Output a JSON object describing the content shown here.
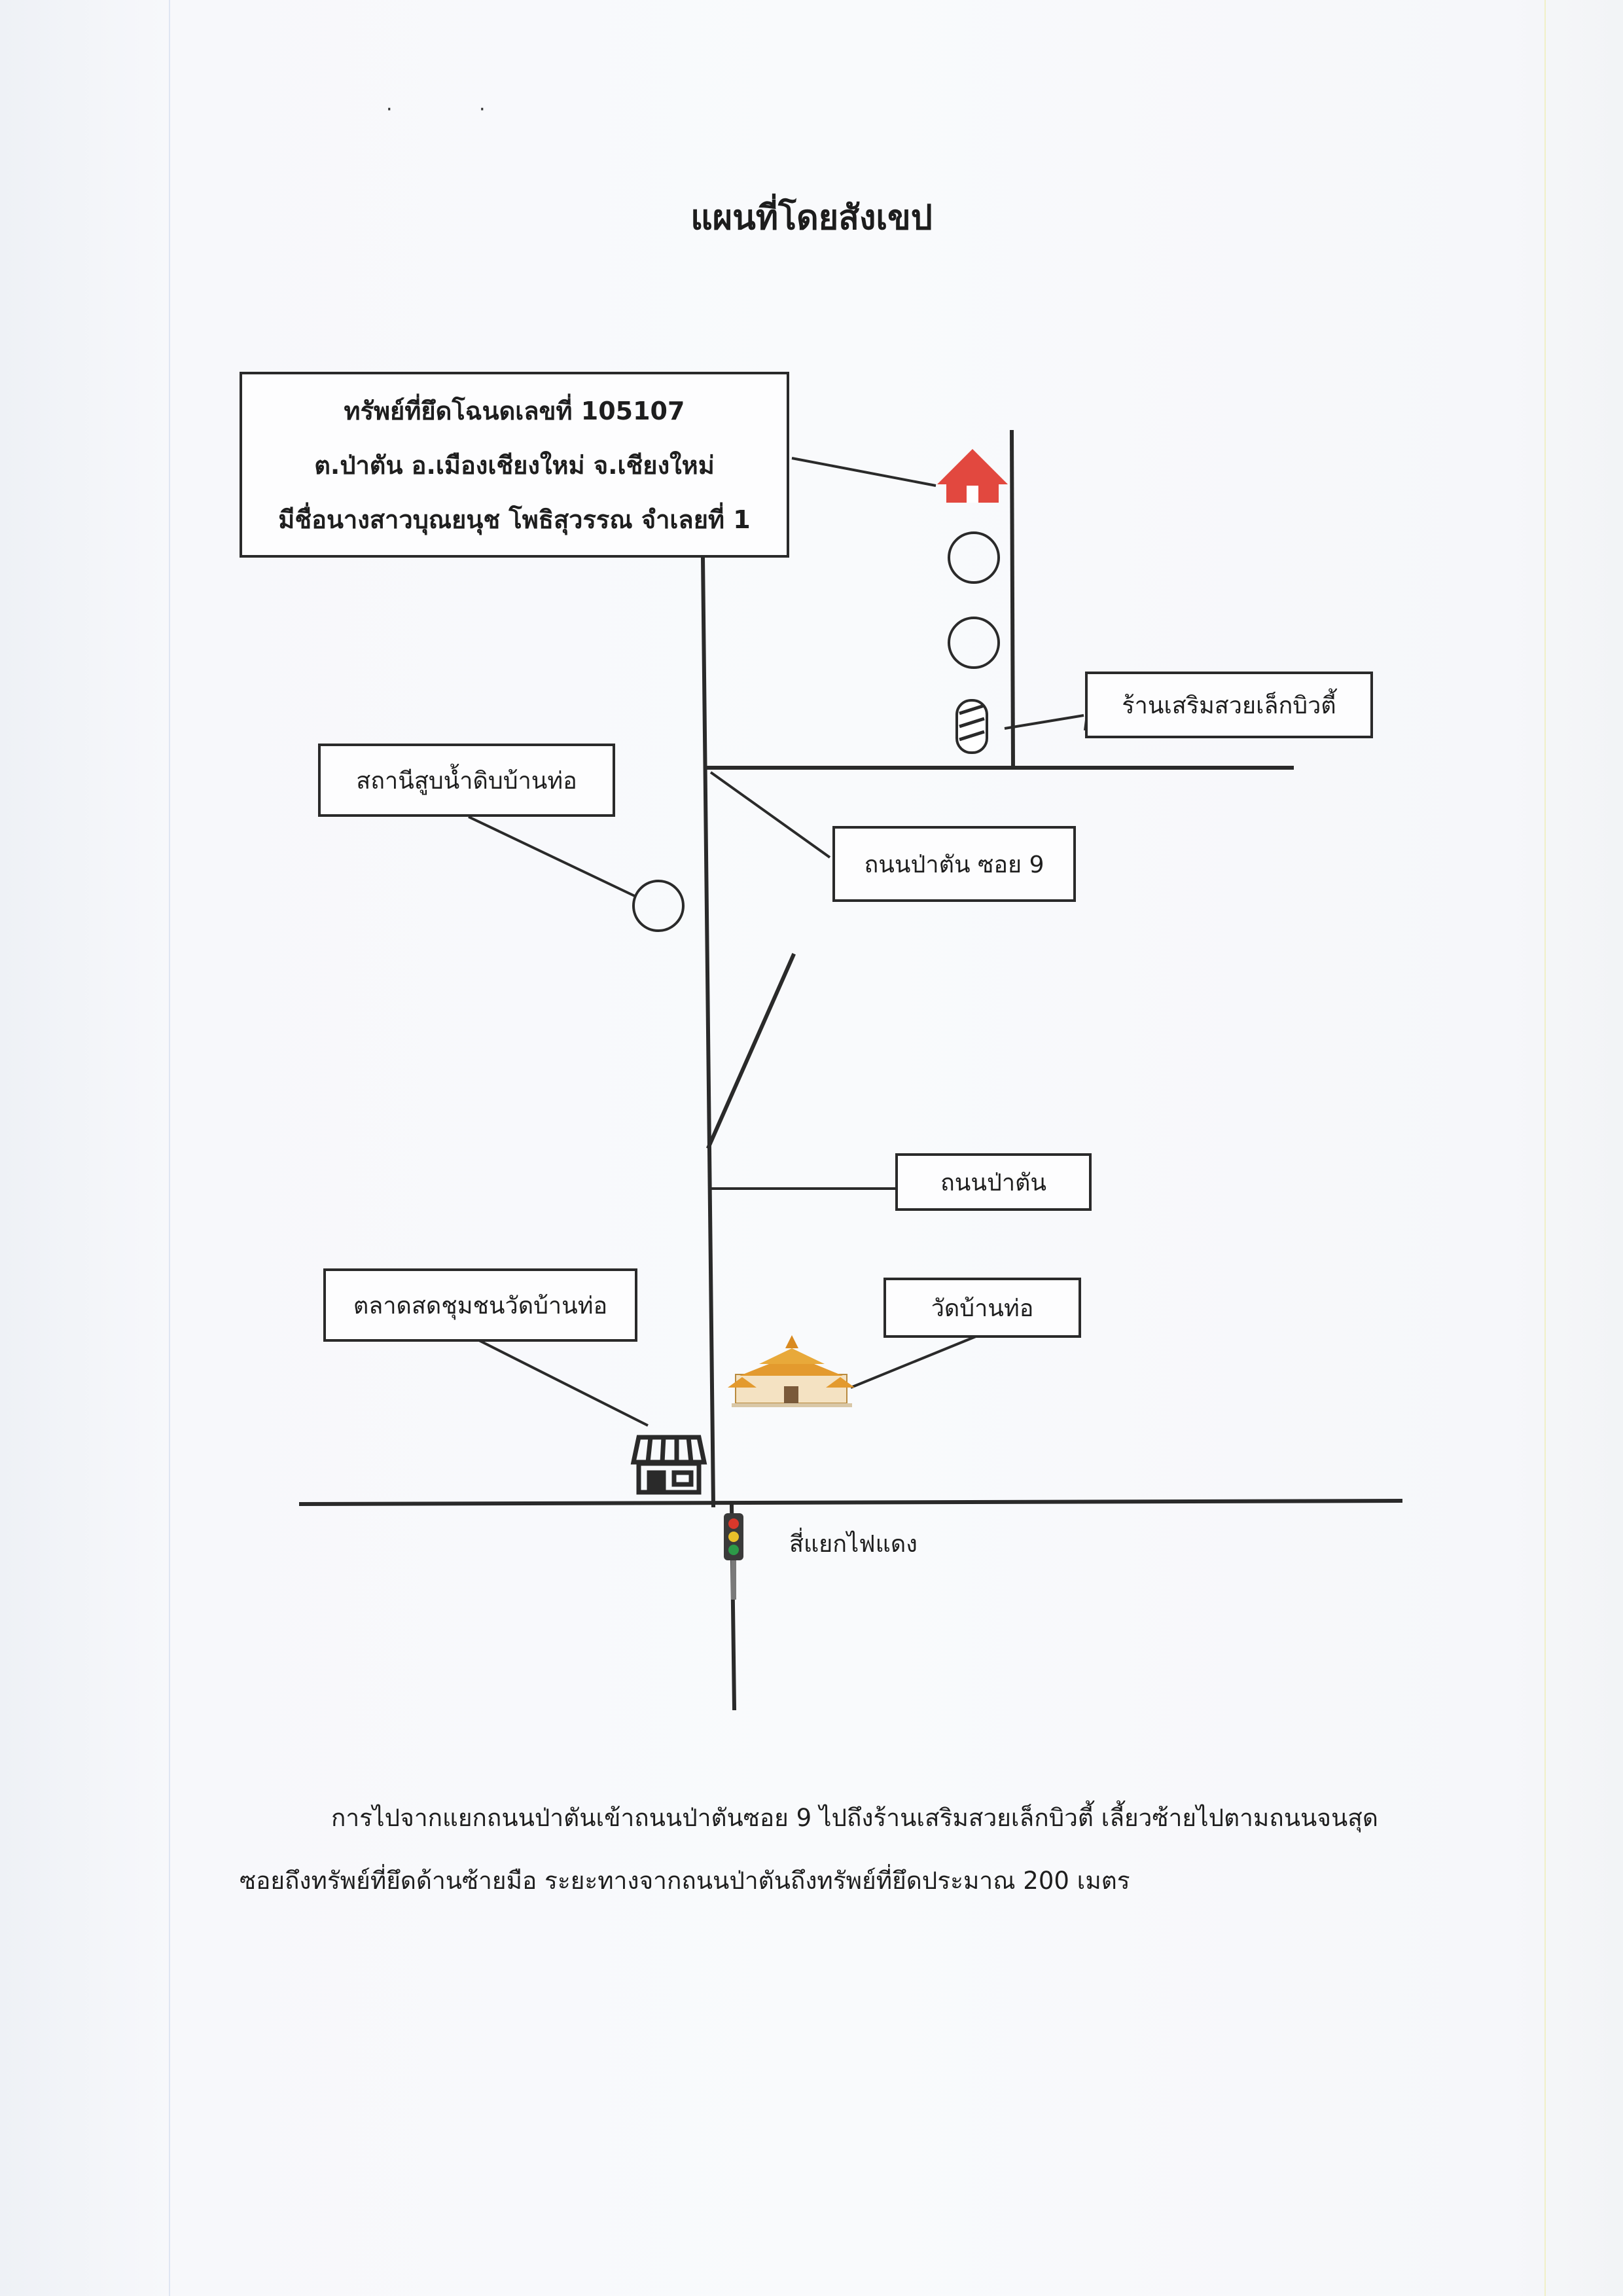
{
  "title": "แผนที่โดยสังเขป",
  "property_box": {
    "line1": "ทรัพย์ที่ยึดโฉนดเลขที่ 105107",
    "line2": "ต.ป่าตัน อ.เมืองเชียงใหม่ จ.เชียงใหม่",
    "line3": "มีชื่อนางสาวบุณยนุช  โพธิสุวรรณ จำเลยที่ 1"
  },
  "labels": {
    "barber": "ร้านเสริมสวยเล็กบิวตี้",
    "pump_station": "สถานีสูบน้ำดิบบ้านท่อ",
    "soi9": "ถนนป่าตัน ซอย 9",
    "main_road": "ถนนป่าตัน",
    "market": "ตลาดสดชุมชนวัดบ้านท่อ",
    "temple": "วัดบ้านท่อ",
    "traffic_light": "สี่แยกไฟแดง"
  },
  "directions": {
    "line1": "การไปจากแยกถนนป่าตันเข้าถนนป่าตันซอย 9 ไปถึงร้านเสริมสวยเล็กบิวตี้ เลี้ยวซ้ายไปตามถนนจนสุด",
    "line2": "ซอยถึงทรัพย์ที่ยึดด้านซ้ายมือ ระยะทางจากถนนป่าตันถึงทรัพย์ที่ยึดประมาณ 200 เมตร"
  },
  "colors": {
    "house": "#e2483f",
    "road": "#2a2a2a",
    "temple_roof": "#e39a2e",
    "traffic_red": "#d9382b",
    "traffic_yellow": "#e8c02a",
    "traffic_green": "#2c9a48"
  },
  "icons": {
    "property": "house-icon",
    "barber": "barber-pole-icon",
    "market": "market-stall-icon",
    "temple": "temple-icon",
    "traffic": "traffic-light-icon",
    "landmarks": "circle-landmark-icon"
  }
}
